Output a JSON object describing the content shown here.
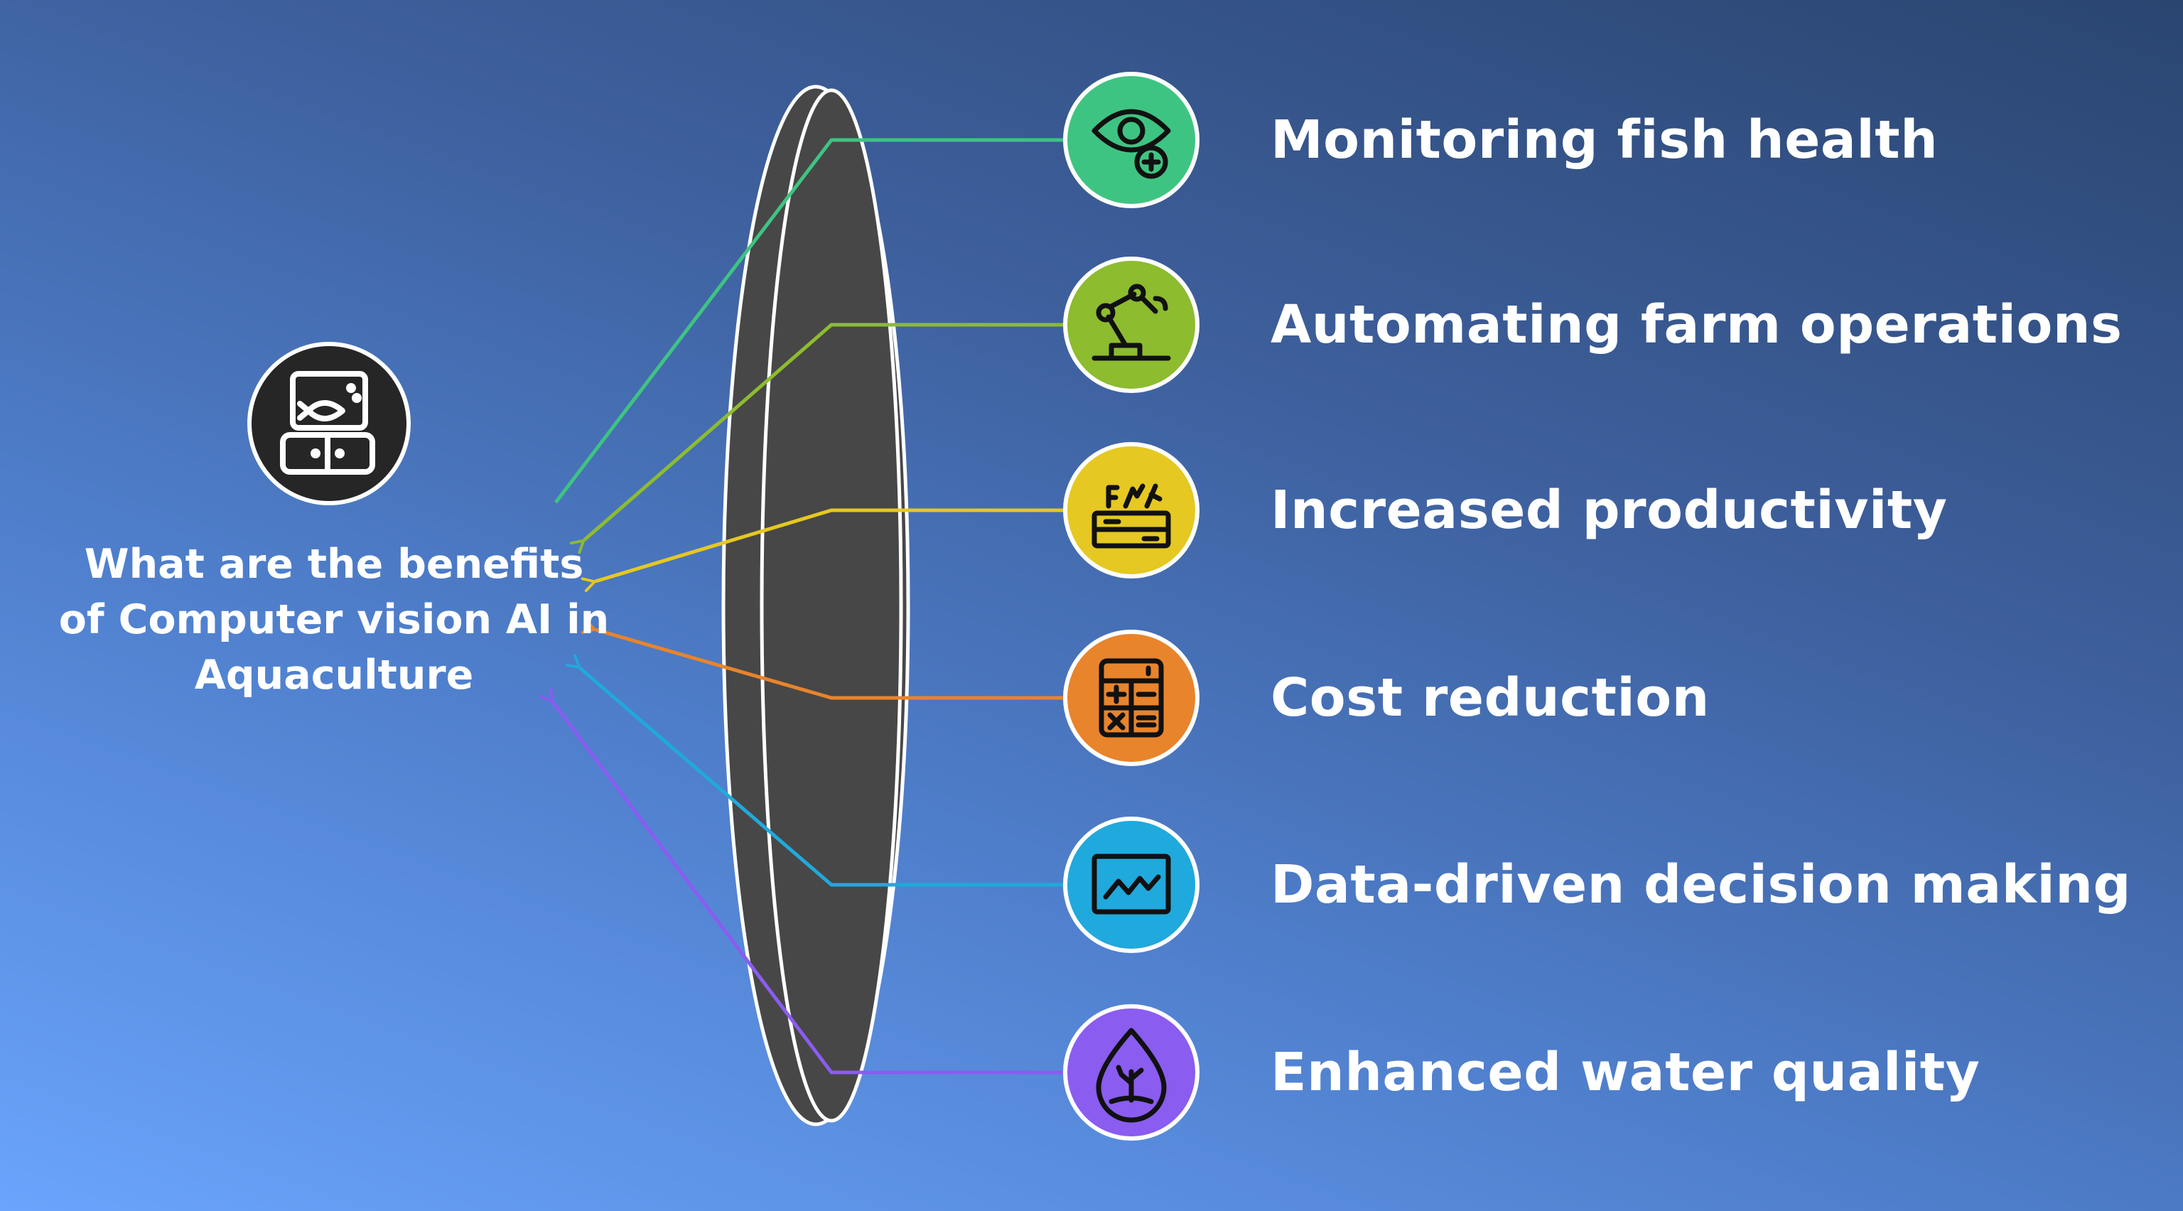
{
  "center": {
    "title": "What are the benefits of Computer vision AI in Aquaculture",
    "icon": "fish-tank-icon"
  },
  "benefits": [
    {
      "label": "Monitoring fish health",
      "icon": "eye-plus-icon",
      "color": "#3ec482"
    },
    {
      "label": "Automating farm operations",
      "icon": "robotic-arm-icon",
      "color": "#8dbc2f"
    },
    {
      "label": "Increased productivity",
      "icon": "harvest-crate-icon",
      "color": "#e5c821"
    },
    {
      "label": "Cost reduction",
      "icon": "calculator-icon",
      "color": "#e8842c"
    },
    {
      "label": "Data-driven decision making",
      "icon": "chart-monitor-icon",
      "color": "#20a9dc"
    },
    {
      "label": "Enhanced water quality",
      "icon": "water-drop-icon",
      "color": "#8a5cf0"
    }
  ],
  "colors": {
    "lens": "#474747",
    "center_circle": "#262626"
  }
}
